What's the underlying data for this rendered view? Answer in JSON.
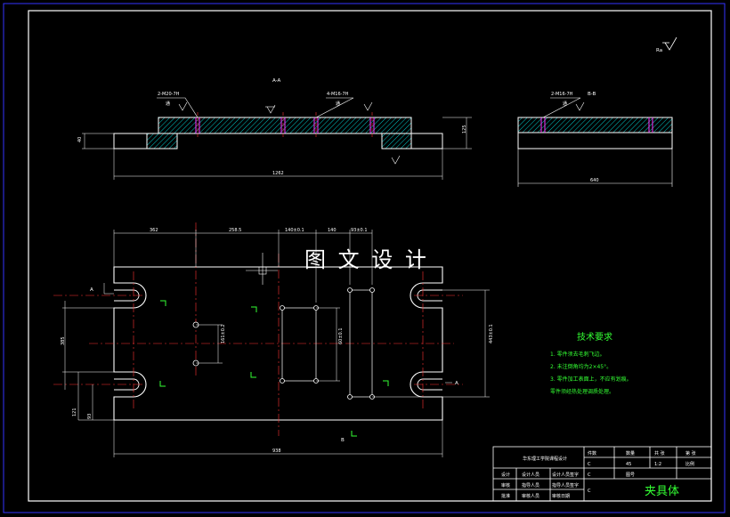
{
  "watermark": "图 文 设 计",
  "roughness_mark": "Ra",
  "views": {
    "section_aa": {
      "title": "A-A",
      "callouts": [
        "2-M20-7H",
        "4-M16-7H"
      ],
      "callout_sub": [
        "通",
        "通"
      ],
      "dims": {
        "height_left": "40",
        "height_right": "125",
        "length": "1262"
      }
    },
    "section_bb": {
      "title": "B-B",
      "callout": "2-M16-7H",
      "callout_sub": "通",
      "dims": {
        "width": "640"
      }
    },
    "plan": {
      "dims_top": [
        "362",
        "258.5",
        "140±0.1",
        "140",
        "93±0.1"
      ],
      "dims_left": [
        "385",
        "121",
        "93"
      ],
      "dims_inner": [
        "161±0.2",
        "60±0.1",
        "443±0.1"
      ],
      "dims_bottom": "938",
      "labels": {
        "a_left": "A",
        "a_right": "A",
        "b_bottom": "B"
      }
    }
  },
  "tech_req": {
    "title": "技术要求",
    "items": [
      "1. 零件须去毛刺飞边。",
      "2. 未注倒角均为2×45°。",
      "3. 零件加工表面上，不应有划痕。",
      "零件须经热处理调质处理。"
    ]
  },
  "title_block": {
    "company": "华东理工学院课程设计",
    "rows": [
      [
        "设计",
        "设计人员",
        "设计人员签字"
      ],
      [
        "审核",
        "指导人员",
        "指导人员签字"
      ],
      [
        "批准",
        "审核人员",
        "审核日期"
      ]
    ],
    "material_label": "数量",
    "material_value": "45",
    "scale_label": "比例",
    "scale_value": "1:2",
    "sheet_label": "共 张",
    "sheet_value": "第 张",
    "qty_label": "件数",
    "drawing_no_label": "图号",
    "c1": "C",
    "c2": "C",
    "c3": "C",
    "part_name": "夹具体"
  }
}
